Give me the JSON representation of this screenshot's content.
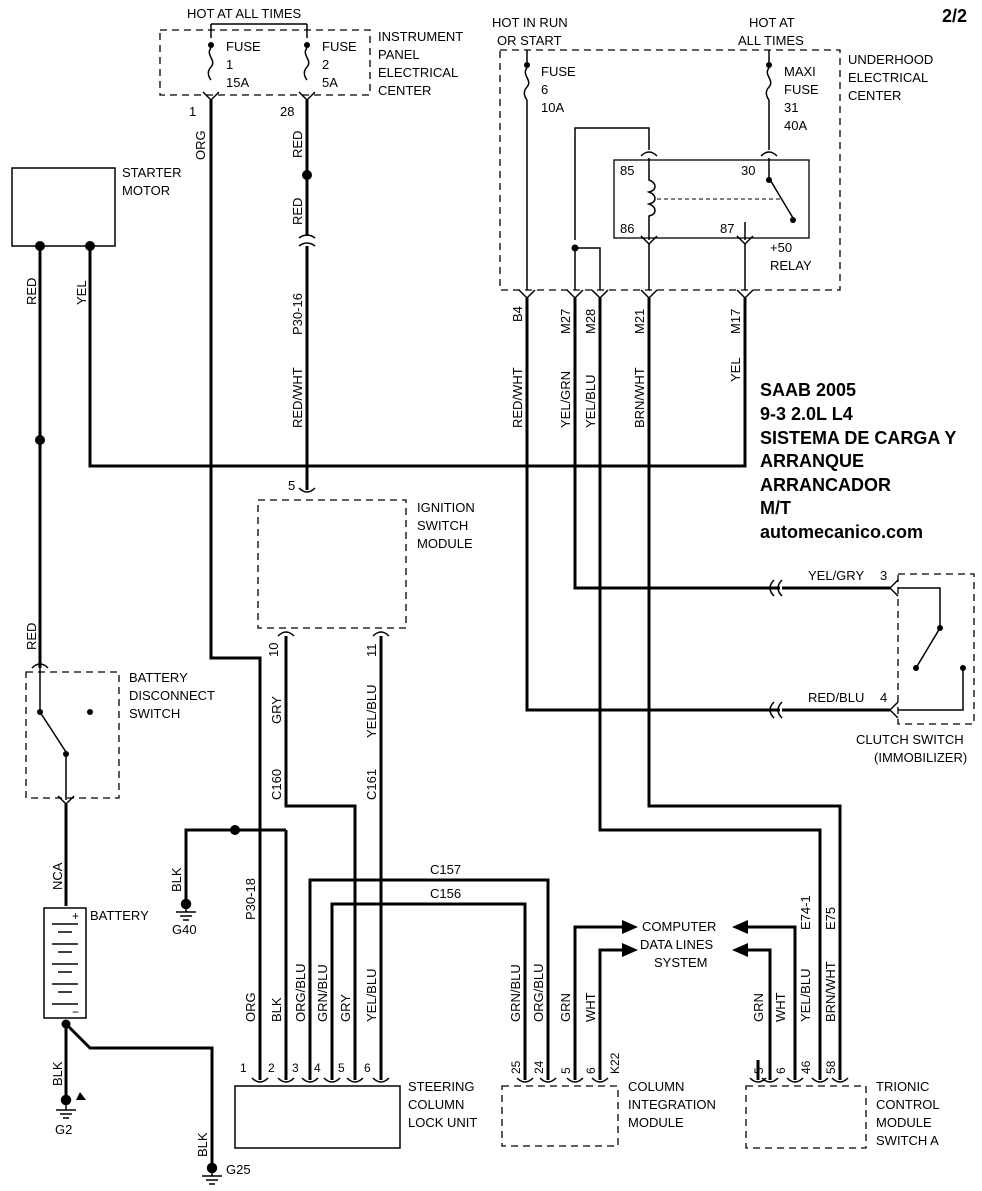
{
  "page_number": "2/2",
  "title_block": {
    "brand": "SAAB 2005",
    "model": "9-3  2.0L L4",
    "system_line1": "SISTEMA DE CARGA Y",
    "system_line2": "ARRANQUE",
    "system_line3": "ARRANCADOR",
    "transmission": "M/T",
    "website": "automecanico.com"
  },
  "instrument_panel": {
    "hot_label": "HOT AT ALL TIMES",
    "name": [
      "INSTRUMENT",
      "PANEL",
      "ELECTRICAL",
      "CENTER"
    ],
    "fuse1": [
      "FUSE",
      "1",
      "15A"
    ],
    "fuse2": [
      "FUSE",
      "2",
      "5A"
    ],
    "pin1": "1",
    "pin28": "28"
  },
  "underhood": {
    "hot_run_label": [
      "HOT IN RUN",
      "OR START"
    ],
    "hot_all_label": [
      "HOT AT",
      "ALL TIMES"
    ],
    "name": [
      "UNDERHOOD",
      "ELECTRICAL",
      "CENTER"
    ],
    "fuse6": [
      "FUSE",
      "6",
      "10A"
    ],
    "maxi_fuse": [
      "MAXI",
      "FUSE",
      "31",
      "40A"
    ],
    "relay_pins": {
      "p85": "85",
      "p86": "86",
      "p30": "30",
      "p87": "87"
    },
    "relay_name": [
      "+50",
      "RELAY"
    ],
    "connectors": [
      "B4",
      "M27",
      "M28",
      "M21",
      "M17"
    ]
  },
  "starter": {
    "name": [
      "STARTER",
      "MOTOR"
    ]
  },
  "ignition": {
    "name": [
      "IGNITION",
      "SWITCH",
      "MODULE"
    ],
    "pin5": "5",
    "pin10": "10",
    "pin11": "11"
  },
  "battery_switch": {
    "name": [
      "BATTERY",
      "DISCONNECT",
      "SWITCH"
    ]
  },
  "battery": {
    "name": "BATTERY",
    "plus": "+",
    "minus": "−"
  },
  "clutch": {
    "name": [
      "CLUTCH SWITCH",
      "(IMMOBILIZER)"
    ],
    "pin3_wire": "YEL/GRY",
    "pin3": "3",
    "pin4_wire": "RED/BLU",
    "pin4": "4"
  },
  "grounds": {
    "g40": "G40",
    "g2": "G2",
    "g25": "G25"
  },
  "computer_data": [
    "COMPUTER",
    "DATA LINES",
    "SYSTEM"
  ],
  "steering_lock": {
    "name": [
      "STEERING",
      "COLUMN",
      "LOCK UNIT"
    ],
    "pins": [
      "1",
      "2",
      "3",
      "4",
      "5",
      "6"
    ],
    "wires": [
      "ORG",
      "BLK",
      "ORG/BLU",
      "GRN/BLU",
      "GRY",
      "YEL/BLU"
    ]
  },
  "column_module": {
    "name": [
      "COLUMN",
      "INTEGRATION",
      "MODULE"
    ],
    "pins": [
      "25",
      "24",
      "5",
      "6"
    ],
    "wires": [
      "GRN/BLU",
      "ORG/BLU",
      "GRN",
      "WHT"
    ],
    "connector": "K22"
  },
  "trionic": {
    "name": [
      "TRIONIC",
      "CONTROL",
      "MODULE",
      "SWITCH A"
    ],
    "pins": [
      "5",
      "6",
      "46",
      "58"
    ],
    "wires": [
      "GRN",
      "WHT",
      "YEL/BLU",
      "BRN/WHT"
    ],
    "connectors": [
      "E74-1",
      "E75"
    ]
  },
  "wire_labels": {
    "org_top": "ORG",
    "red_top": "RED",
    "red_mid": "RED",
    "p30_16": "P30-16",
    "red_wht": "RED/WHT",
    "starter_red": "RED",
    "starter_yel": "YEL",
    "b4_wire": "RED/WHT",
    "m27_wire": "YEL/GRN",
    "m28_wire": "YEL/BLU",
    "m21_wire": "BRN/WHT",
    "m17_wire": "YEL",
    "gry": "GRY",
    "c160": "C160",
    "yel_blu": "YEL/BLU",
    "c161": "C161",
    "red_switch": "RED",
    "nca": "NCA",
    "blk_g40": "BLK",
    "p30_18": "P30-18",
    "c157": "C157",
    "c156": "C156",
    "blk_g2": "BLK",
    "blk_g25": "BLK"
  }
}
